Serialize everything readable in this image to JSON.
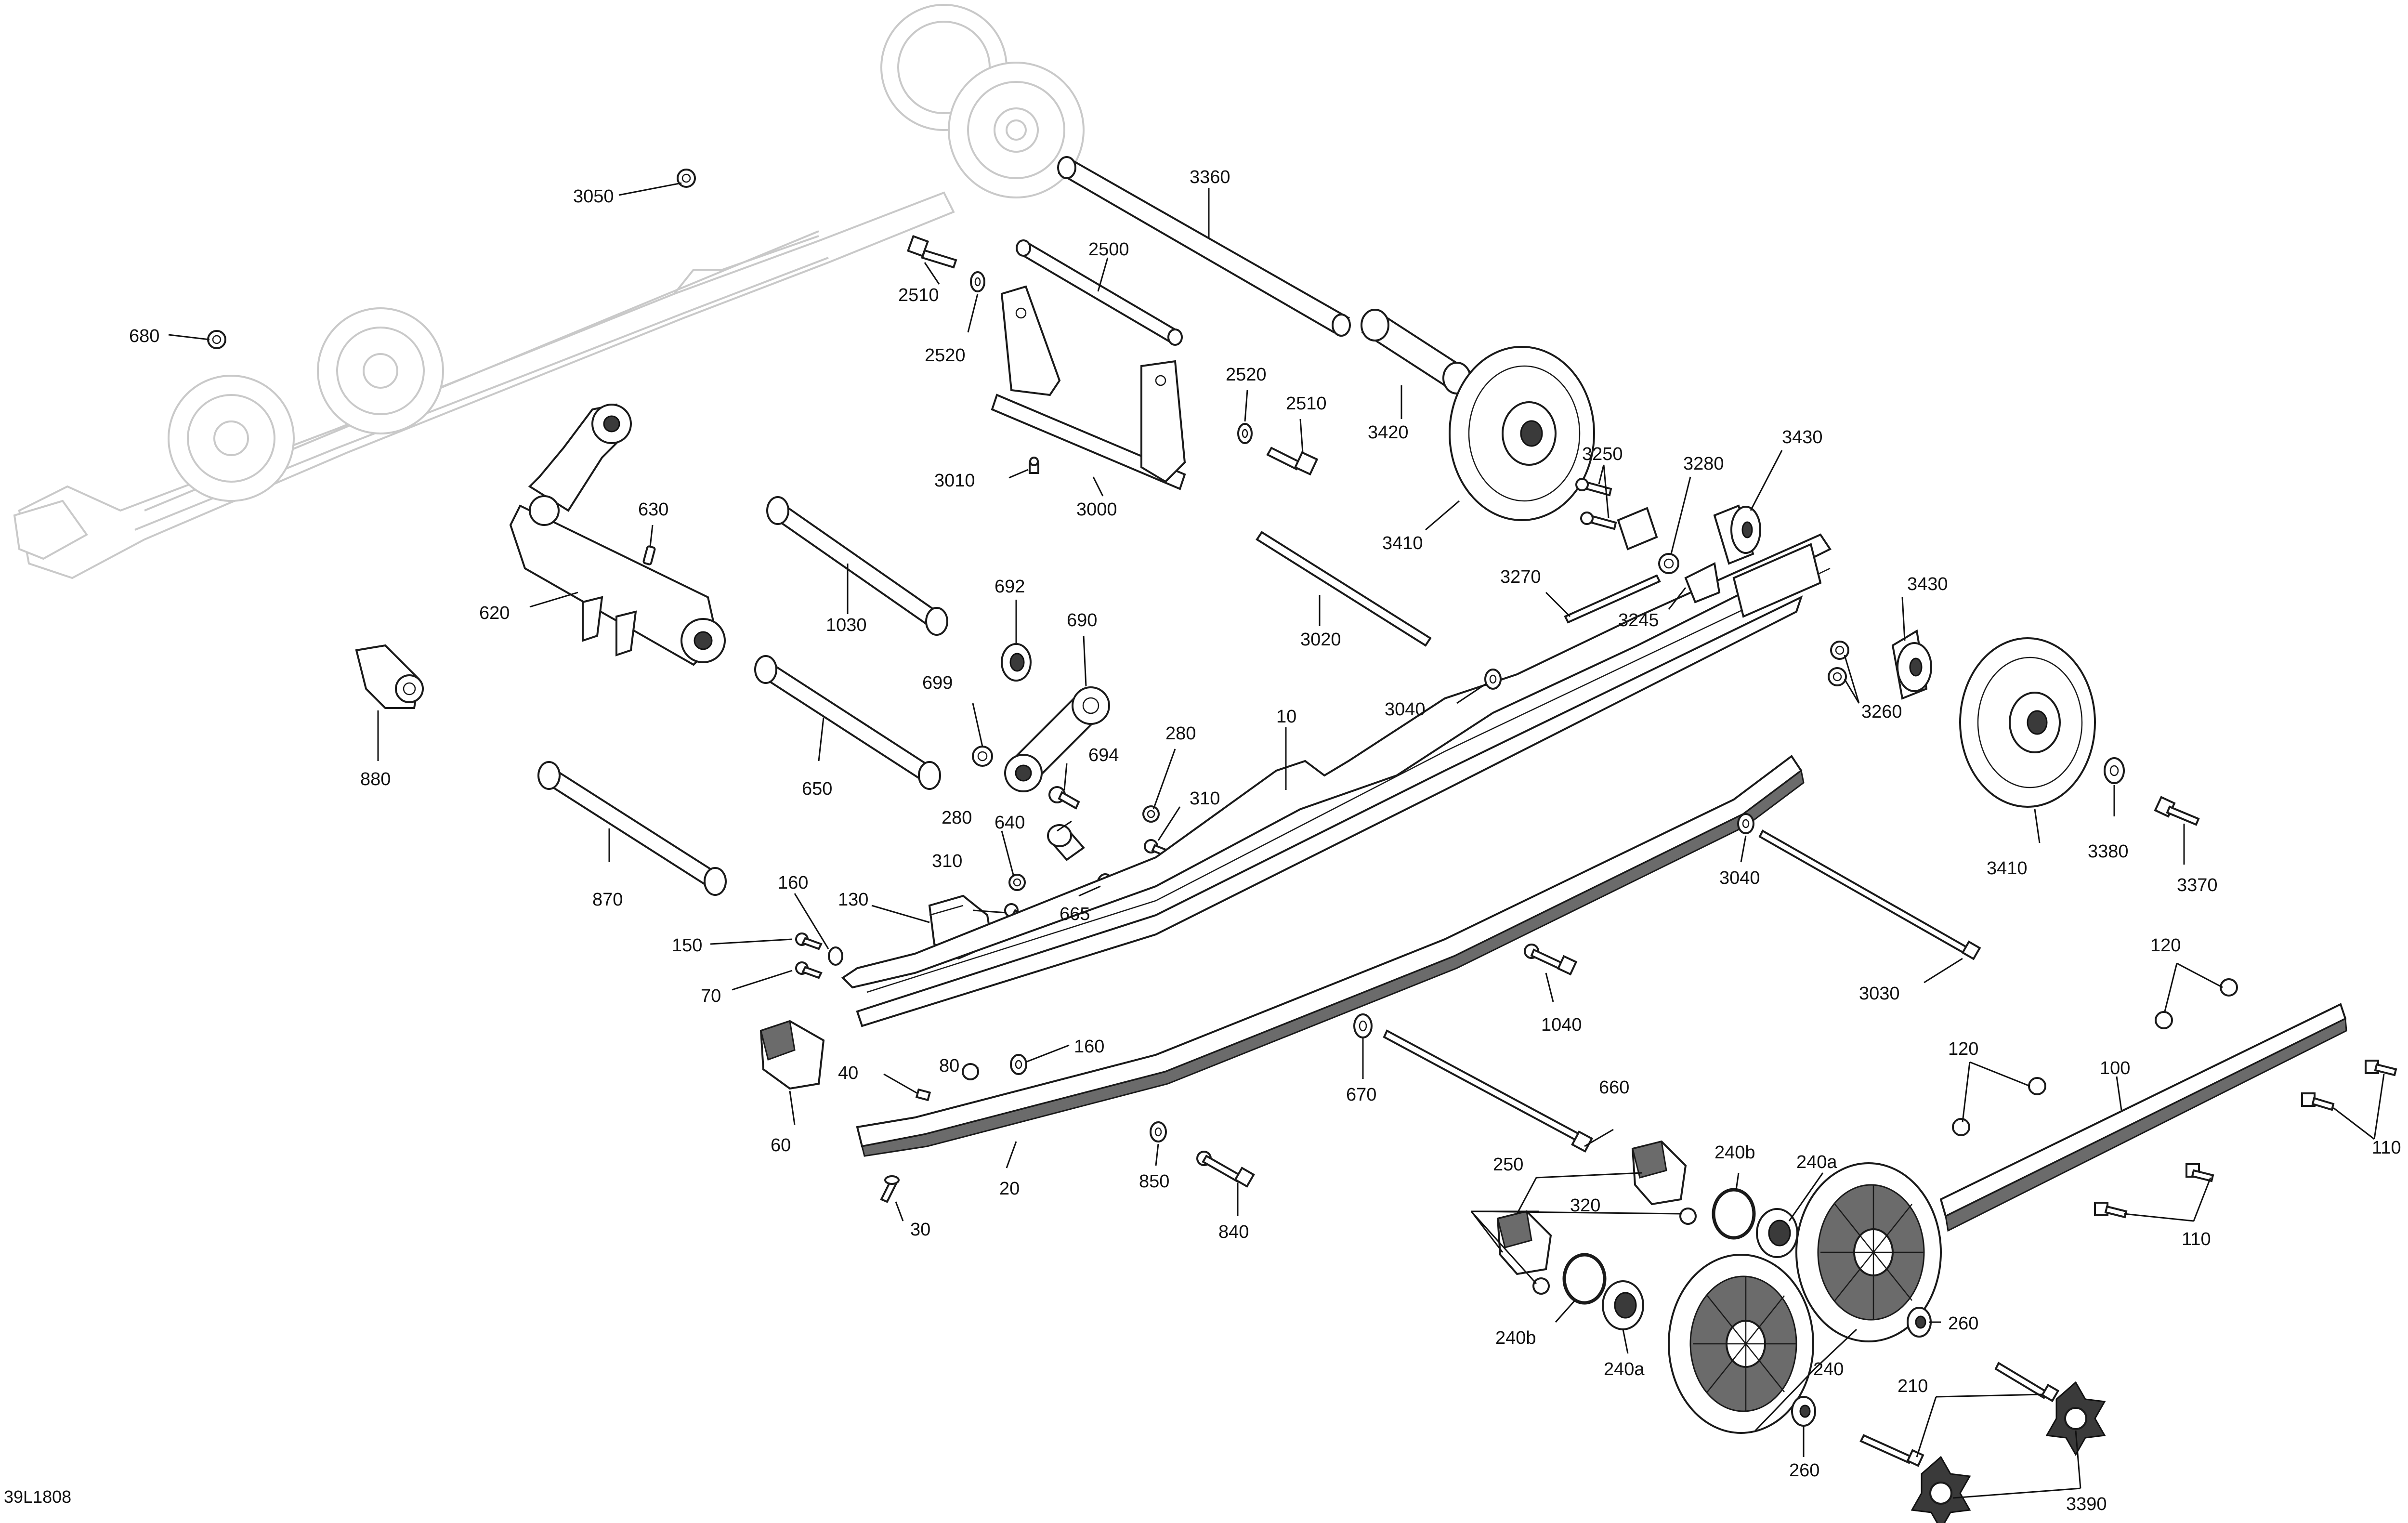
{
  "diagram_code": "39L1808",
  "labels": {
    "p3050": "3050",
    "p680": "680",
    "p3360": "3360",
    "p2500": "2500",
    "p2510a": "2510",
    "p2520a": "2520",
    "p2520b": "2520",
    "p2510b": "2510",
    "p3420": "3420",
    "p3010": "3010",
    "p3000": "3000",
    "p3410a": "3410",
    "p3250": "3250",
    "p3280": "3280",
    "p3430a": "3430",
    "p630": "630",
    "p620": "620",
    "p1030": "1030",
    "p692": "692",
    "p690": "690",
    "p3270": "3270",
    "p3245": "3245",
    "p3430b": "3430",
    "p3020": "3020",
    "p699": "699",
    "p880": "880",
    "p3040a": "3040",
    "p3260": "3260",
    "p10": "10",
    "p694": "694",
    "p280a": "280",
    "p650": "650",
    "p640": "640",
    "p310a": "310",
    "p280b": "280",
    "p3410b": "3410",
    "p3380": "3380",
    "p3370": "3370",
    "p870": "870",
    "p160a": "160",
    "p310b": "310",
    "p130": "130",
    "p665": "665",
    "p3040b": "3040",
    "p150": "150",
    "p70": "70",
    "p3030": "3030",
    "p1040": "1040",
    "p120a": "120",
    "p160b": "160",
    "p80": "80",
    "p40": "40",
    "p670": "670",
    "p660": "660",
    "p120b": "120",
    "p100": "100",
    "p60": "60",
    "p240b_a": "240b",
    "p240a_a": "240a",
    "p250": "250",
    "p110a": "110",
    "p850": "850",
    "p20": "20",
    "p320": "320",
    "p110b": "110",
    "p840": "840",
    "p30": "30",
    "p260a": "260",
    "p240b_b": "240b",
    "p240a_b": "240a",
    "p240": "240",
    "p210": "210",
    "p260b": "260",
    "p3390": "3390"
  }
}
